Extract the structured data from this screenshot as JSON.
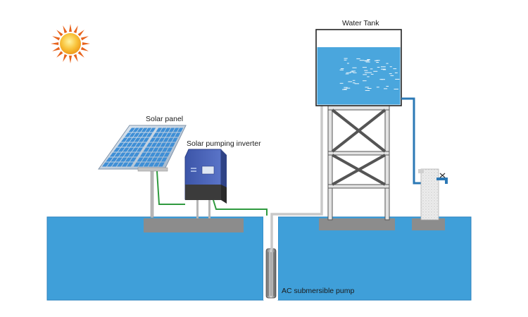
{
  "labels": {
    "water_tank": "Water Tank",
    "solar_panel": "Solar panel",
    "inverter": "Solar pumping inverter",
    "pump": "AC submersible pump"
  },
  "colors": {
    "ground": "#3f9fd9",
    "ground_edge": "#2c82bd",
    "tank_water": "#4aa6dd",
    "foundation": "#8c8c8c",
    "pipe": "#c9c9c9",
    "wire": "#2f9a3e",
    "inverter_body": "#4a63b8",
    "inverter_base": "#3b3b3b",
    "panel_cell": "#3f8fd6",
    "sun": "#f6b52e",
    "sun_rays": "#e8631c"
  }
}
